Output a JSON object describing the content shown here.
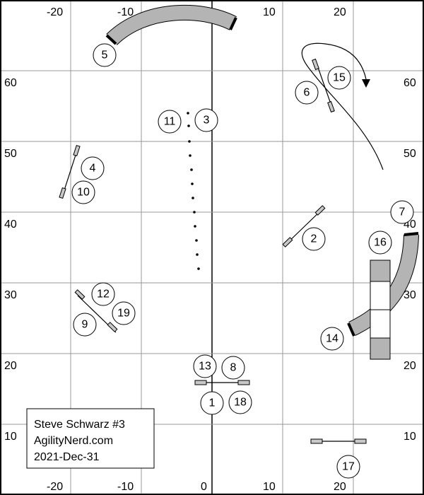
{
  "axis": {
    "top_labels": [
      "-20",
      "-10",
      "10",
      "20"
    ],
    "bottom_labels": [
      "-20",
      "-10",
      "0",
      "10",
      "20"
    ],
    "left_labels": [
      "60",
      "50",
      "40",
      "30",
      "20",
      "10"
    ],
    "right_labels": [
      "60",
      "50",
      "40",
      "30",
      "20",
      "10"
    ]
  },
  "numbers": [
    "1",
    "2",
    "3",
    "4",
    "5",
    "6",
    "7",
    "8",
    "9",
    "10",
    "11",
    "12",
    "13",
    "14",
    "15",
    "16",
    "17",
    "18",
    "19"
  ],
  "info": {
    "line1": "Steve Schwarz #3",
    "line2": "AgilityNerd.com",
    "line3": "2021-Dec-31"
  }
}
